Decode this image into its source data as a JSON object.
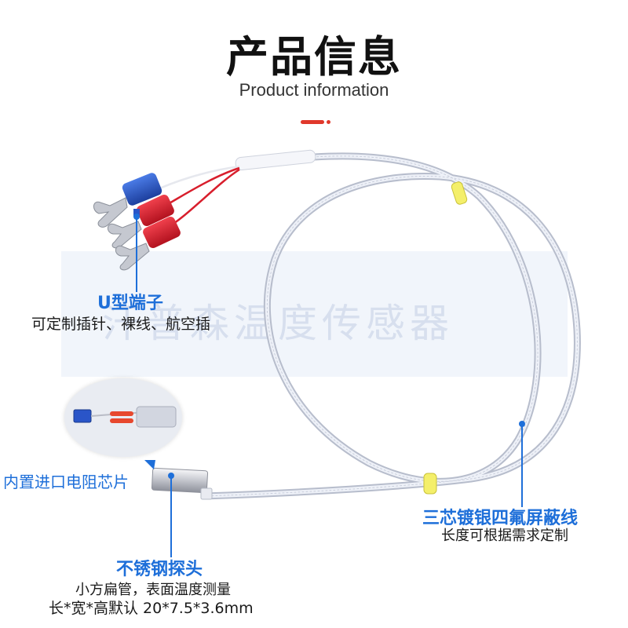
{
  "header": {
    "title": "产品信息",
    "subtitle": "Product information"
  },
  "watermark": {
    "text": "汗普森温度传感器"
  },
  "callouts": {
    "u_terminal": {
      "title": "U型端子",
      "description": "可定制插针、裸线、航空插"
    },
    "chip": {
      "title": "内置进口电阻芯片"
    },
    "cable": {
      "title": "三芯镀银四氟屏蔽线",
      "description": "长度可根据需求定制"
    },
    "probe": {
      "title": "不锈钢探头",
      "description_line1": "小方扁管，表面温度测量",
      "description_line2": "长*宽*高默认 20*7.5*3.6mm"
    }
  },
  "colors": {
    "accent_red": "#e0382b",
    "label_blue": "#1e6fd9",
    "cable_silver": "#d9dde8",
    "terminal_red": "#d81e2c",
    "terminal_blue": "#2a55c8",
    "marker_yellow": "#f4ef6a"
  }
}
